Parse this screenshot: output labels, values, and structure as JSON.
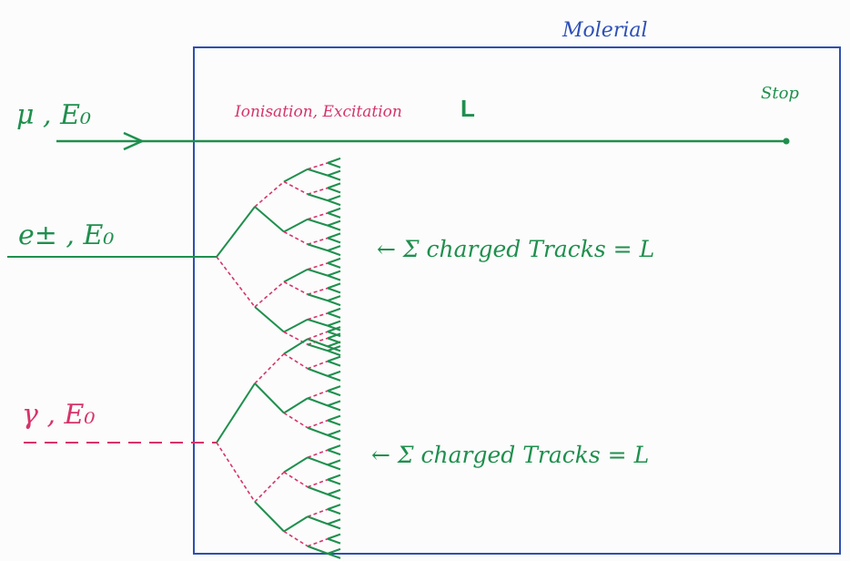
{
  "colors": {
    "background": "#fbfcfb",
    "box": "#2f4fb0",
    "green": "#1f8f4e",
    "red": "#d6336a",
    "material_label": "#2e4fb8"
  },
  "labels": {
    "material": "Molerial",
    "mu": "μ , E₀",
    "ionisation": "Ionisation, Excitation",
    "L": "L",
    "stop": "Stop",
    "electron": "e± , E₀",
    "electron_tracks": "← Σ charged Tracks = L",
    "gamma": "γ , E₀",
    "gamma_tracks": "← Σ charged Tracks = L"
  }
}
